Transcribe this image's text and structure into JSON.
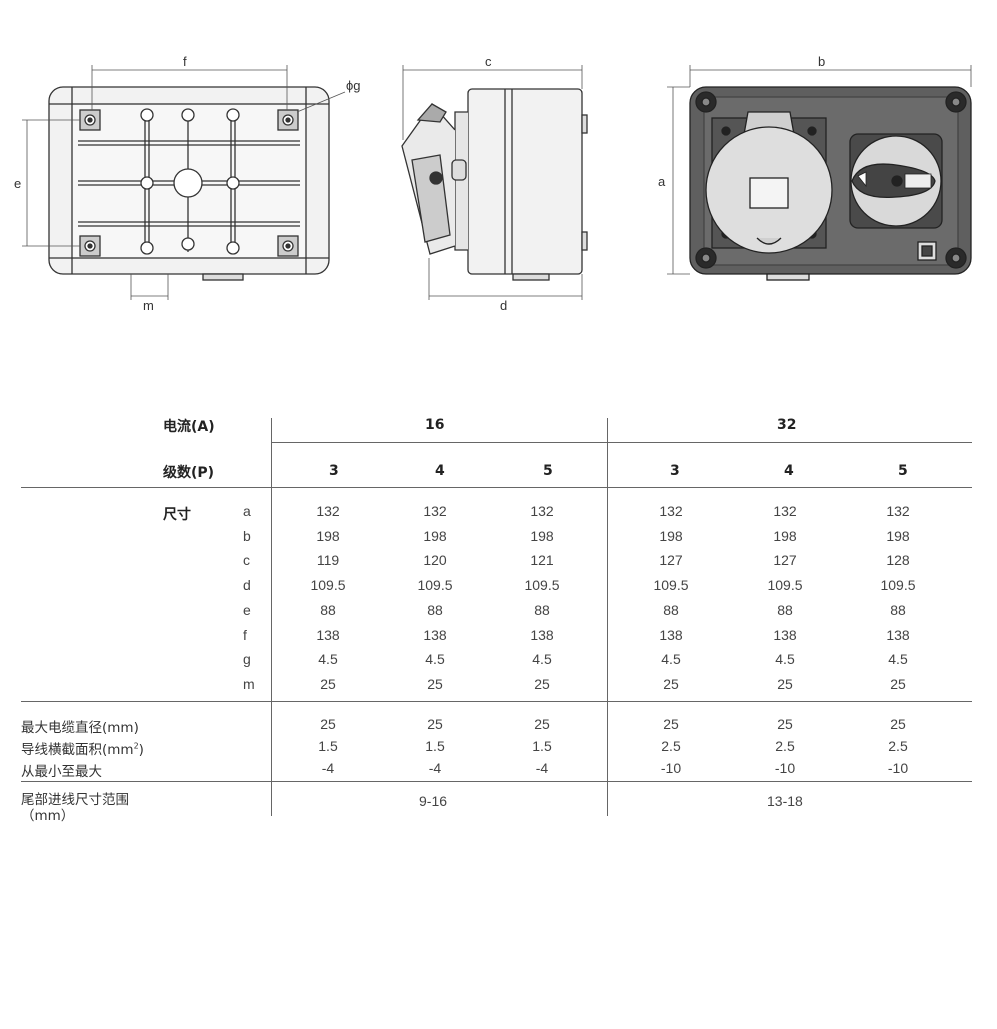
{
  "dimension_labels": {
    "f": "f",
    "g": "ϕg",
    "e": "e",
    "m": "m",
    "c": "c",
    "d": "d",
    "b": "b",
    "a": "a"
  },
  "table": {
    "current_label": "电流(A)",
    "poles_label": "级数(P)",
    "size_label": "尺寸",
    "current_values": [
      "16",
      "32"
    ],
    "poles": [
      "3",
      "4",
      "5",
      "3",
      "4",
      "5"
    ],
    "rows": [
      {
        "key": "a",
        "values": [
          "132",
          "132",
          "132",
          "132",
          "132",
          "132"
        ]
      },
      {
        "key": "b",
        "values": [
          "198",
          "198",
          "198",
          "198",
          "198",
          "198"
        ]
      },
      {
        "key": "c",
        "values": [
          "119",
          "120",
          "121",
          "127",
          "127",
          "128"
        ]
      },
      {
        "key": "d",
        "values": [
          "109.5",
          "109.5",
          "109.5",
          "109.5",
          "109.5",
          "109.5"
        ]
      },
      {
        "key": "e",
        "values": [
          "88",
          "88",
          "88",
          "88",
          "88",
          "88"
        ]
      },
      {
        "key": "f",
        "values": [
          "138",
          "138",
          "138",
          "138",
          "138",
          "138"
        ]
      },
      {
        "key": "g",
        "values": [
          "4.5",
          "4.5",
          "4.5",
          "4.5",
          "4.5",
          "4.5"
        ]
      },
      {
        "key": "m",
        "values": [
          "25",
          "25",
          "25",
          "25",
          "25",
          "25"
        ]
      }
    ],
    "cable_label": "最大电缆直径(mm)",
    "cable_values": [
      "25",
      "25",
      "25",
      "25",
      "25",
      "25"
    ],
    "wire_label": "导线横截面积(mm",
    "wire_sup": "2",
    "wire_label_end": ")",
    "wire_values": [
      "1.5",
      "1.5",
      "1.5",
      "2.5",
      "2.5",
      "2.5"
    ],
    "range_label": "从最小至最大",
    "range_values": [
      "-4",
      "-4",
      "-4",
      "-10",
      "-10",
      "-10"
    ],
    "tail_label_line1": "尾部进线尺寸范围",
    "tail_label_line2": "（mm）",
    "tail_values": [
      "9-16",
      "13-18"
    ]
  }
}
